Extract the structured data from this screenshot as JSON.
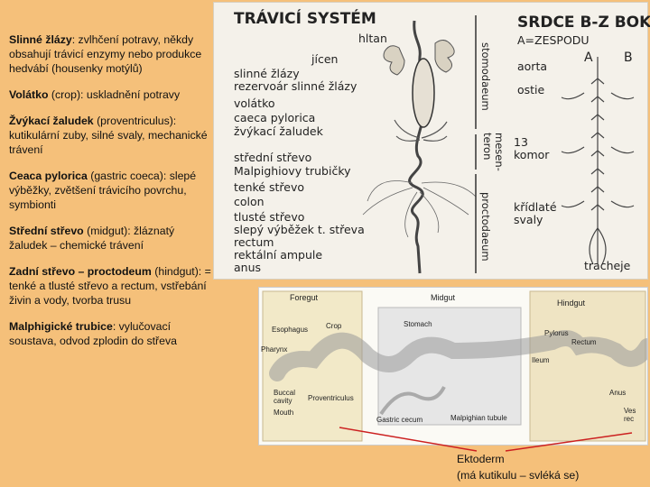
{
  "notes": [
    {
      "term": "Slinné žlázy",
      "text": ": zvlhčení potravy, někdy obsahují trávicí enzymy nebo produkce hedvábí (housenky motýlů)"
    },
    {
      "term": "Volátko",
      "text": " (crop): uskladnění potravy"
    },
    {
      "term": "Žvýkací žaludek",
      "text": " (proventriculus): kutikulární zuby, silné svaly, mechanické trávení"
    },
    {
      "term": "Ceaca pylorica",
      "text": " (gastric coeca): slepé výběžky, zvětšení trávicího povrchu, symbionti"
    },
    {
      "term": "Střední střevo",
      "text": " (midgut): žláznatý žaludek – chemické trávení"
    },
    {
      "term": "Zadní střevo – proctodeum",
      "text": " (hindgut): = tenké a tlusté střevo a rectum, vstřebání živin a vody, tvorba trusu"
    },
    {
      "term": "Malphigické trubice",
      "text": ": vylučovací soustava, odvod zplodin do střeva"
    }
  ],
  "top_figure": {
    "title": "TRÁVICÍ SYSTÉM",
    "labels": [
      "hltan",
      "jícen",
      "slinné žlázy",
      "rezervoár slinné žlázy",
      "volátko",
      "caeca pylorica",
      "žvýkací žaludek",
      "střední střevo",
      "Malpighiovy trubičky",
      "tenké střevo",
      "colon",
      "tlusté střevo",
      "slepý výběžek t. střeva",
      "rectum",
      "rektální ampule",
      "anus"
    ],
    "vertical_labels": [
      "stomodaeum",
      "mesen-teron",
      "proctodaeum"
    ],
    "heart_title": "SRDCE B-Z BOKU",
    "heart_subtitle": "A=ZESPODU",
    "heart_labels": [
      "aorta",
      "ostie",
      "13 komor",
      "křídlaté svaly",
      "tracheje"
    ],
    "view_a": "A",
    "view_b": "B"
  },
  "bottom_figure": {
    "regions": [
      "Foregut",
      "Midgut",
      "Hindgut"
    ],
    "labels": [
      "Esophagus",
      "Crop",
      "Stomach",
      "Pylorus",
      "Rectum",
      "Pharynx",
      "Ileum",
      "Buccal cavity",
      "Proventriculus",
      "Anus",
      "Mouth",
      "Gastric cecum",
      "Malpighian tubule",
      "Ves rec"
    ]
  },
  "callout": {
    "line1": "Ektoderm",
    "line2": "(má kutikulu – svléká se)"
  },
  "colors": {
    "background": "#f5c07a",
    "callout_line": "#cc2020"
  }
}
